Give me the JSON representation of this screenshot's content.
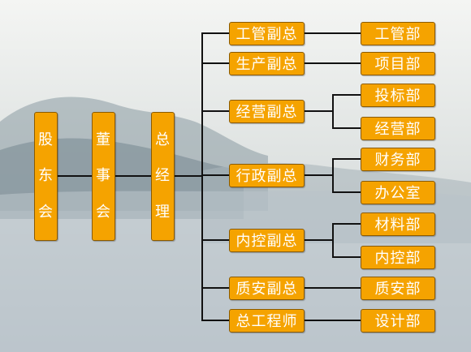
{
  "colors": {
    "box_fill": "#f5a300",
    "box_border": "#8a5a00",
    "box_text": "#ffffff",
    "connector": "#111111"
  },
  "top_chain": [
    {
      "id": "shareholders",
      "chars": [
        "股",
        "东",
        "会"
      ]
    },
    {
      "id": "board",
      "chars": [
        "董",
        "事",
        "会"
      ]
    },
    {
      "id": "gm",
      "chars": [
        "总",
        "经",
        "理"
      ]
    }
  ],
  "vice_presidents": [
    {
      "label": "工管副总",
      "departments": [
        "工管部"
      ]
    },
    {
      "label": "生产副总",
      "departments": [
        "项目部"
      ]
    },
    {
      "label": "经营副总",
      "departments": [
        "投标部",
        "经营部"
      ]
    },
    {
      "label": "行政副总",
      "departments": [
        "财务部",
        "办公室"
      ]
    },
    {
      "label": "内控副总",
      "departments": [
        "材料部",
        "内控部"
      ]
    },
    {
      "label": "质安副总",
      "departments": [
        "质安部"
      ]
    },
    {
      "label": "总工程师",
      "departments": [
        "设计部"
      ]
    }
  ]
}
